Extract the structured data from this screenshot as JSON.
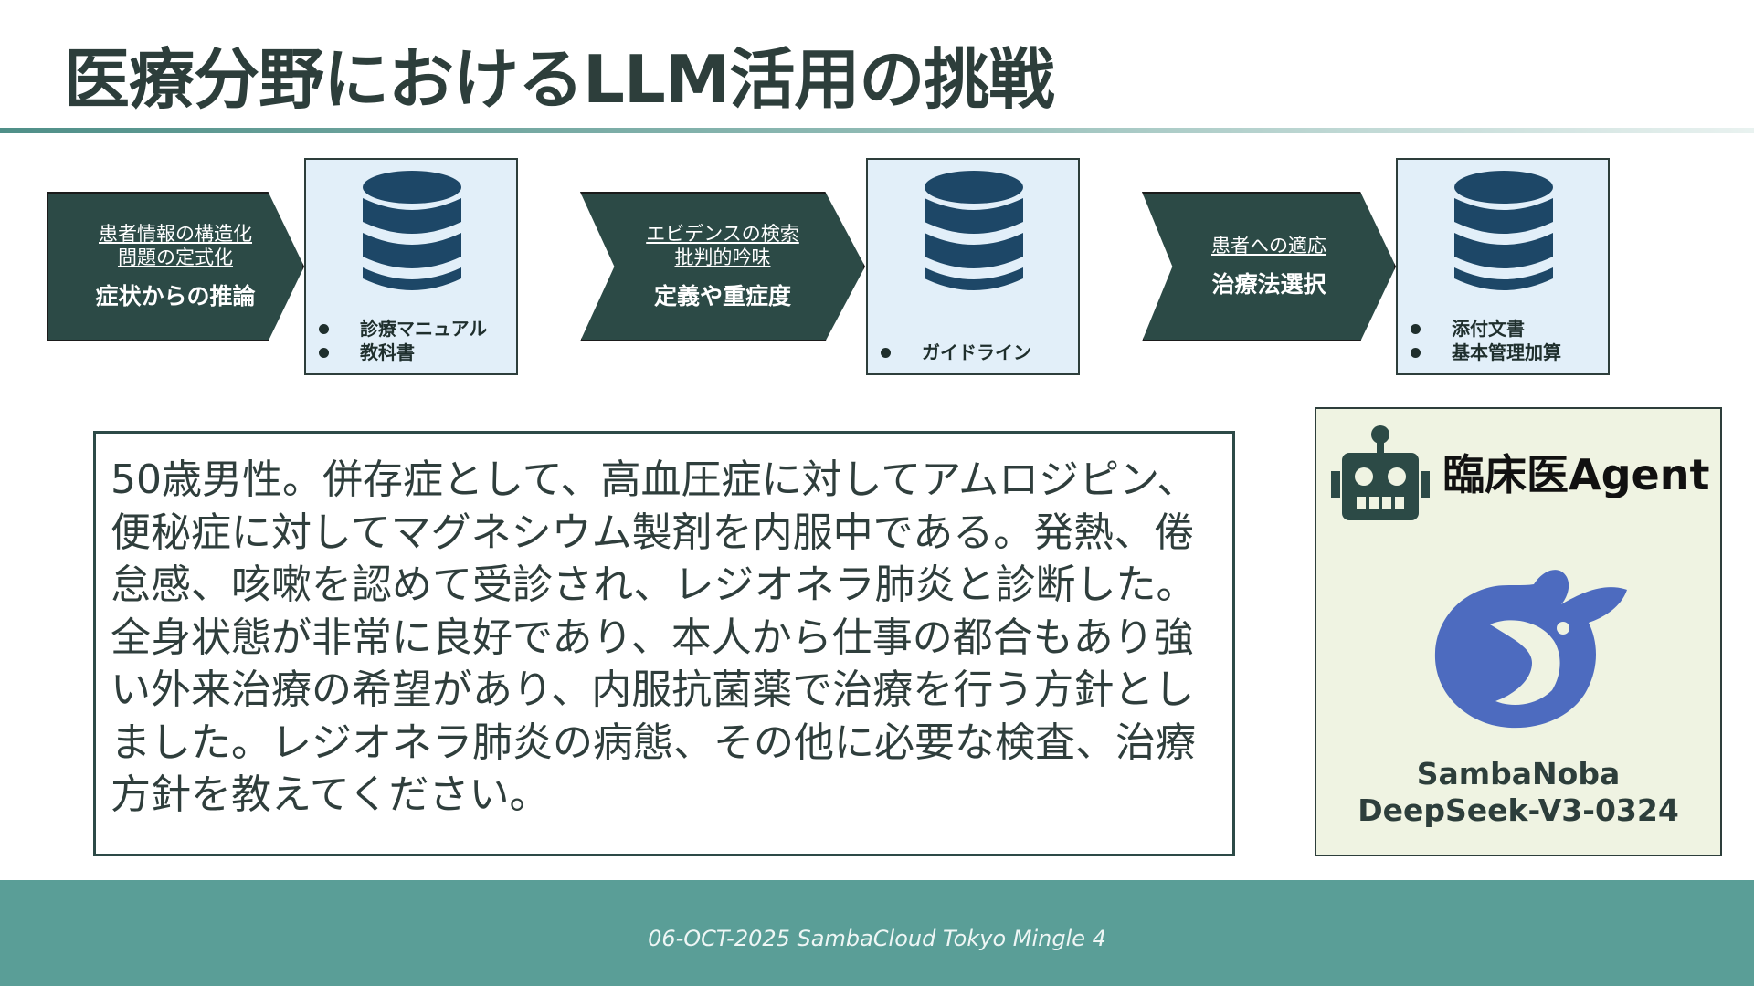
{
  "title": "医療分野におけるLLM活用の挑戦",
  "process": [
    {
      "sub1": "患者情報の構造化",
      "sub2": "問題の定式化",
      "main": "症状からの推論",
      "resources": [
        "診療マニュアル",
        "教科書"
      ]
    },
    {
      "sub1": "エビデンスの検索",
      "sub2": "批判的吟味",
      "main": "定義や重症度",
      "resources": [
        "ガイドライン"
      ]
    },
    {
      "sub1": "患者への適応",
      "main": "治療法選択",
      "resources": [
        "添付文書",
        "基本管理加算"
      ]
    }
  ],
  "question": "50歳男性。併存症として、高血圧症に対してアムロジピン、便秘症に対してマグネシウム製剤を内服中である。発熱、倦怠感、咳嗽を認めて受診され、レジオネラ肺炎と診断した。全身状態が非常に良好であり、本人から仕事の都合もあり強い外来治療の希望があり、内服抗菌薬で治療を行う方針としました。レジオネラ肺炎の病態、その他に必要な検査、治療方針を教えてください。",
  "agent": {
    "title": "臨床医Agent",
    "icon": "robot-icon",
    "logo": "whale-logo-icon",
    "model_line1": "SambaNoba",
    "model_line2": "DeepSeek-V3-0324"
  },
  "footer": "06-OCT-2025 SambaCloud Tokyo Mingle 4",
  "colors": {
    "chevron": "#2c4a46",
    "db_icon": "#1d4767",
    "db_box": "#e2eff9",
    "agent_box": "#eff3e2",
    "footer": "#5a9e97",
    "whale": "#4d6bbf"
  }
}
